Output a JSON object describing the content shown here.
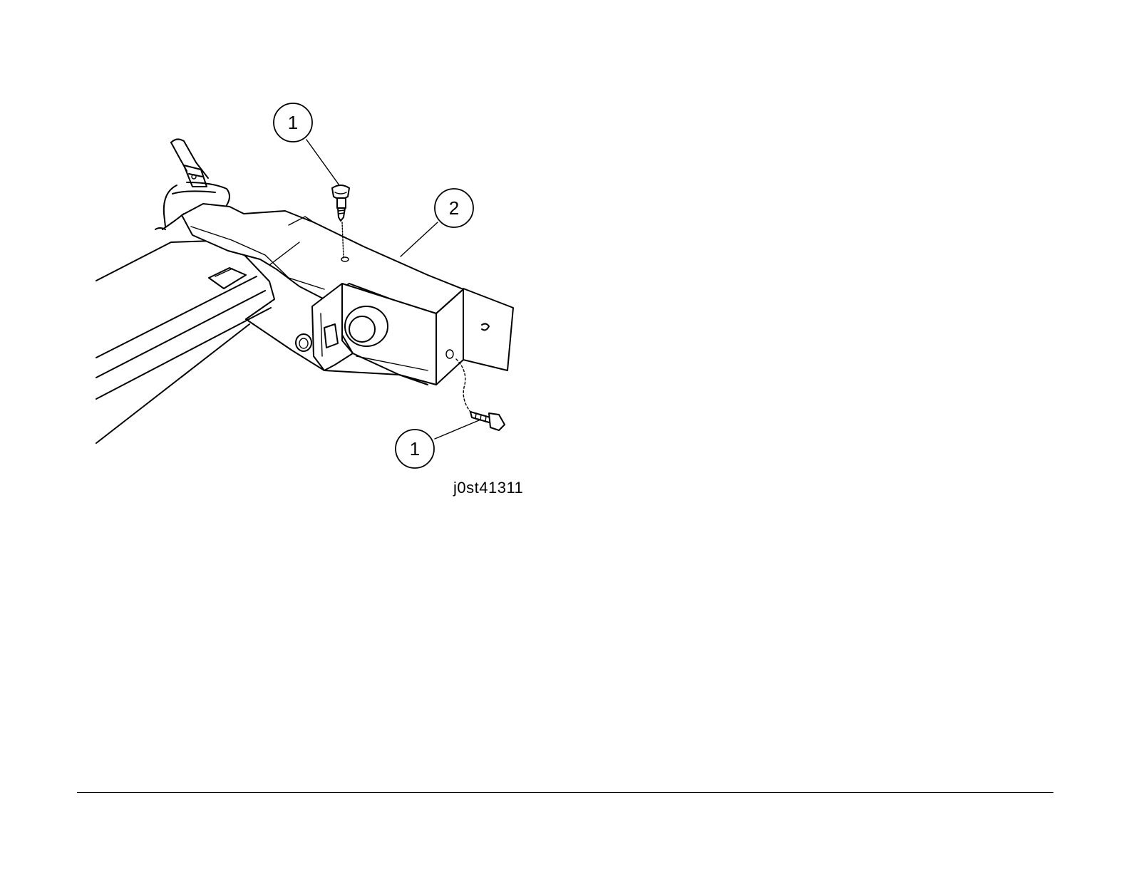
{
  "diagram": {
    "callouts": [
      {
        "id": "callout-1-top",
        "label": "1"
      },
      {
        "id": "callout-2",
        "label": "2"
      },
      {
        "id": "callout-1-bottom",
        "label": "1"
      }
    ],
    "figure_id": "j0st41311"
  }
}
